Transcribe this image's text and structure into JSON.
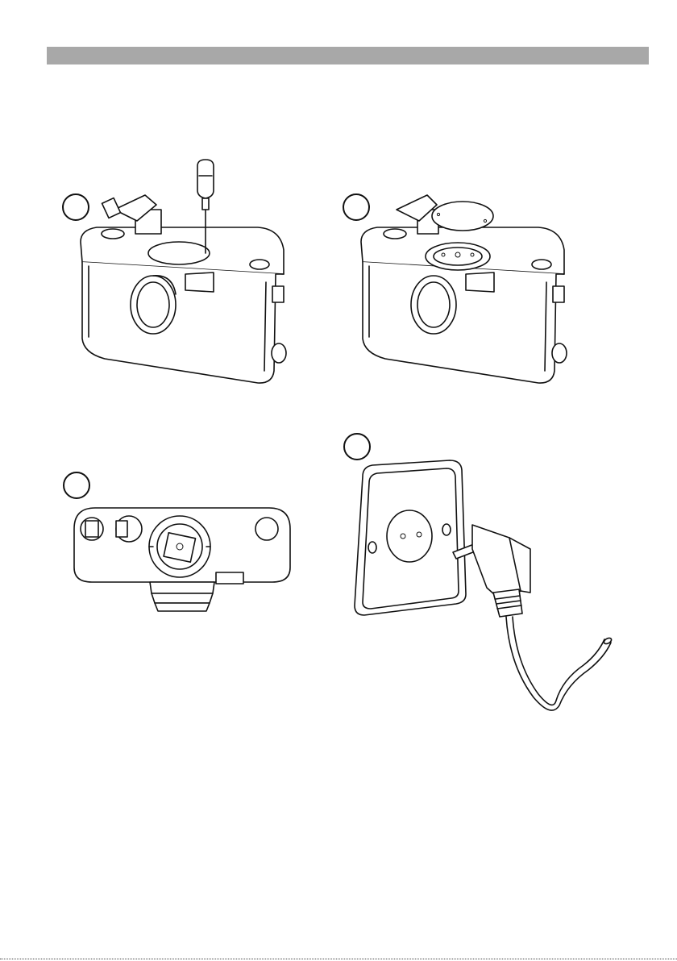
{
  "document": {
    "header_color": "#a8a8a8",
    "steps": [
      {
        "id": "step-1",
        "label": ""
      },
      {
        "id": "step-2",
        "label": ""
      },
      {
        "id": "step-3",
        "label": ""
      },
      {
        "id": "step-4",
        "label": ""
      }
    ],
    "figures": [
      {
        "name": "unit-lid-screwdriver",
        "icons": [
          "pump-unit-icon",
          "screwdriver-icon",
          "lid-icon"
        ]
      },
      {
        "name": "unit-lid-removed",
        "icons": [
          "pump-unit-icon",
          "lid-icon",
          "motor-housing-icon"
        ]
      },
      {
        "name": "unit-top-view",
        "icons": [
          "pump-top-view-icon"
        ]
      },
      {
        "name": "wall-socket-plug",
        "icons": [
          "wall-socket-icon",
          "power-plug-icon",
          "power-cable-icon"
        ]
      }
    ]
  }
}
